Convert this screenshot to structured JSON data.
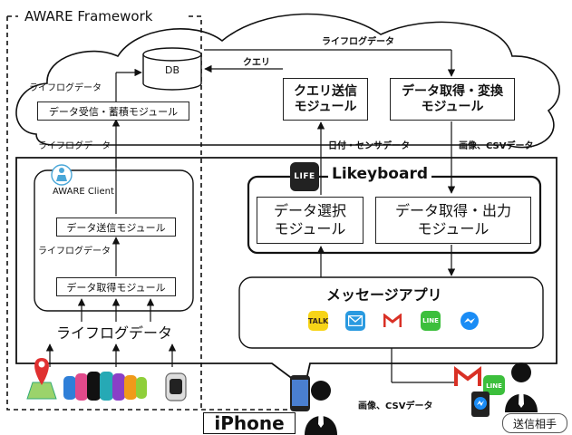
{
  "aware": {
    "frame_title": "AWARE Framework",
    "db": "DB",
    "receive_module": "データ受信・蓄積モジュール",
    "lifelog_top_left": "ライフログデータ",
    "lifelog_mid_left": "ライフログデータ"
  },
  "client": {
    "title": "AWARE Client",
    "send_module": "データ送信モジュール",
    "acquire_module": "データ取得モジュール",
    "lifelog_between": "ライフログデータ",
    "lifelog_big": "ライフログデータ"
  },
  "cloud": {
    "lifelog_top": "ライフログデータ",
    "query_label": "クエリ",
    "query_module": [
      "クエリ送信",
      "モジュール"
    ],
    "transform_module": [
      "データ取得・変換",
      "モジュール"
    ],
    "date_sensor_label": "日付・センサデータ",
    "image_csv_label": "画像、CSVデータ"
  },
  "likeyboard": {
    "logo": "LIFE",
    "title": "Likeyboard",
    "select_module": [
      "データ選択",
      "モジュール"
    ],
    "output_module": [
      "データ取得・出力",
      "モジュール"
    ]
  },
  "messenger": {
    "title": "メッセージアプリ",
    "apps": [
      "TALK",
      "mail-icon",
      "gmail-icon",
      "LINE",
      "messenger-icon"
    ]
  },
  "bottom": {
    "iphone": "iPhone",
    "image_csv_label": "画像、CSVデータ",
    "recipient": "送信相手"
  },
  "colors": {
    "kakao": "#f7d417",
    "mail": "#2a9ae0",
    "gmail": "#d93025",
    "line": "#3cbf3c",
    "messenger": "#1a8cf5"
  }
}
